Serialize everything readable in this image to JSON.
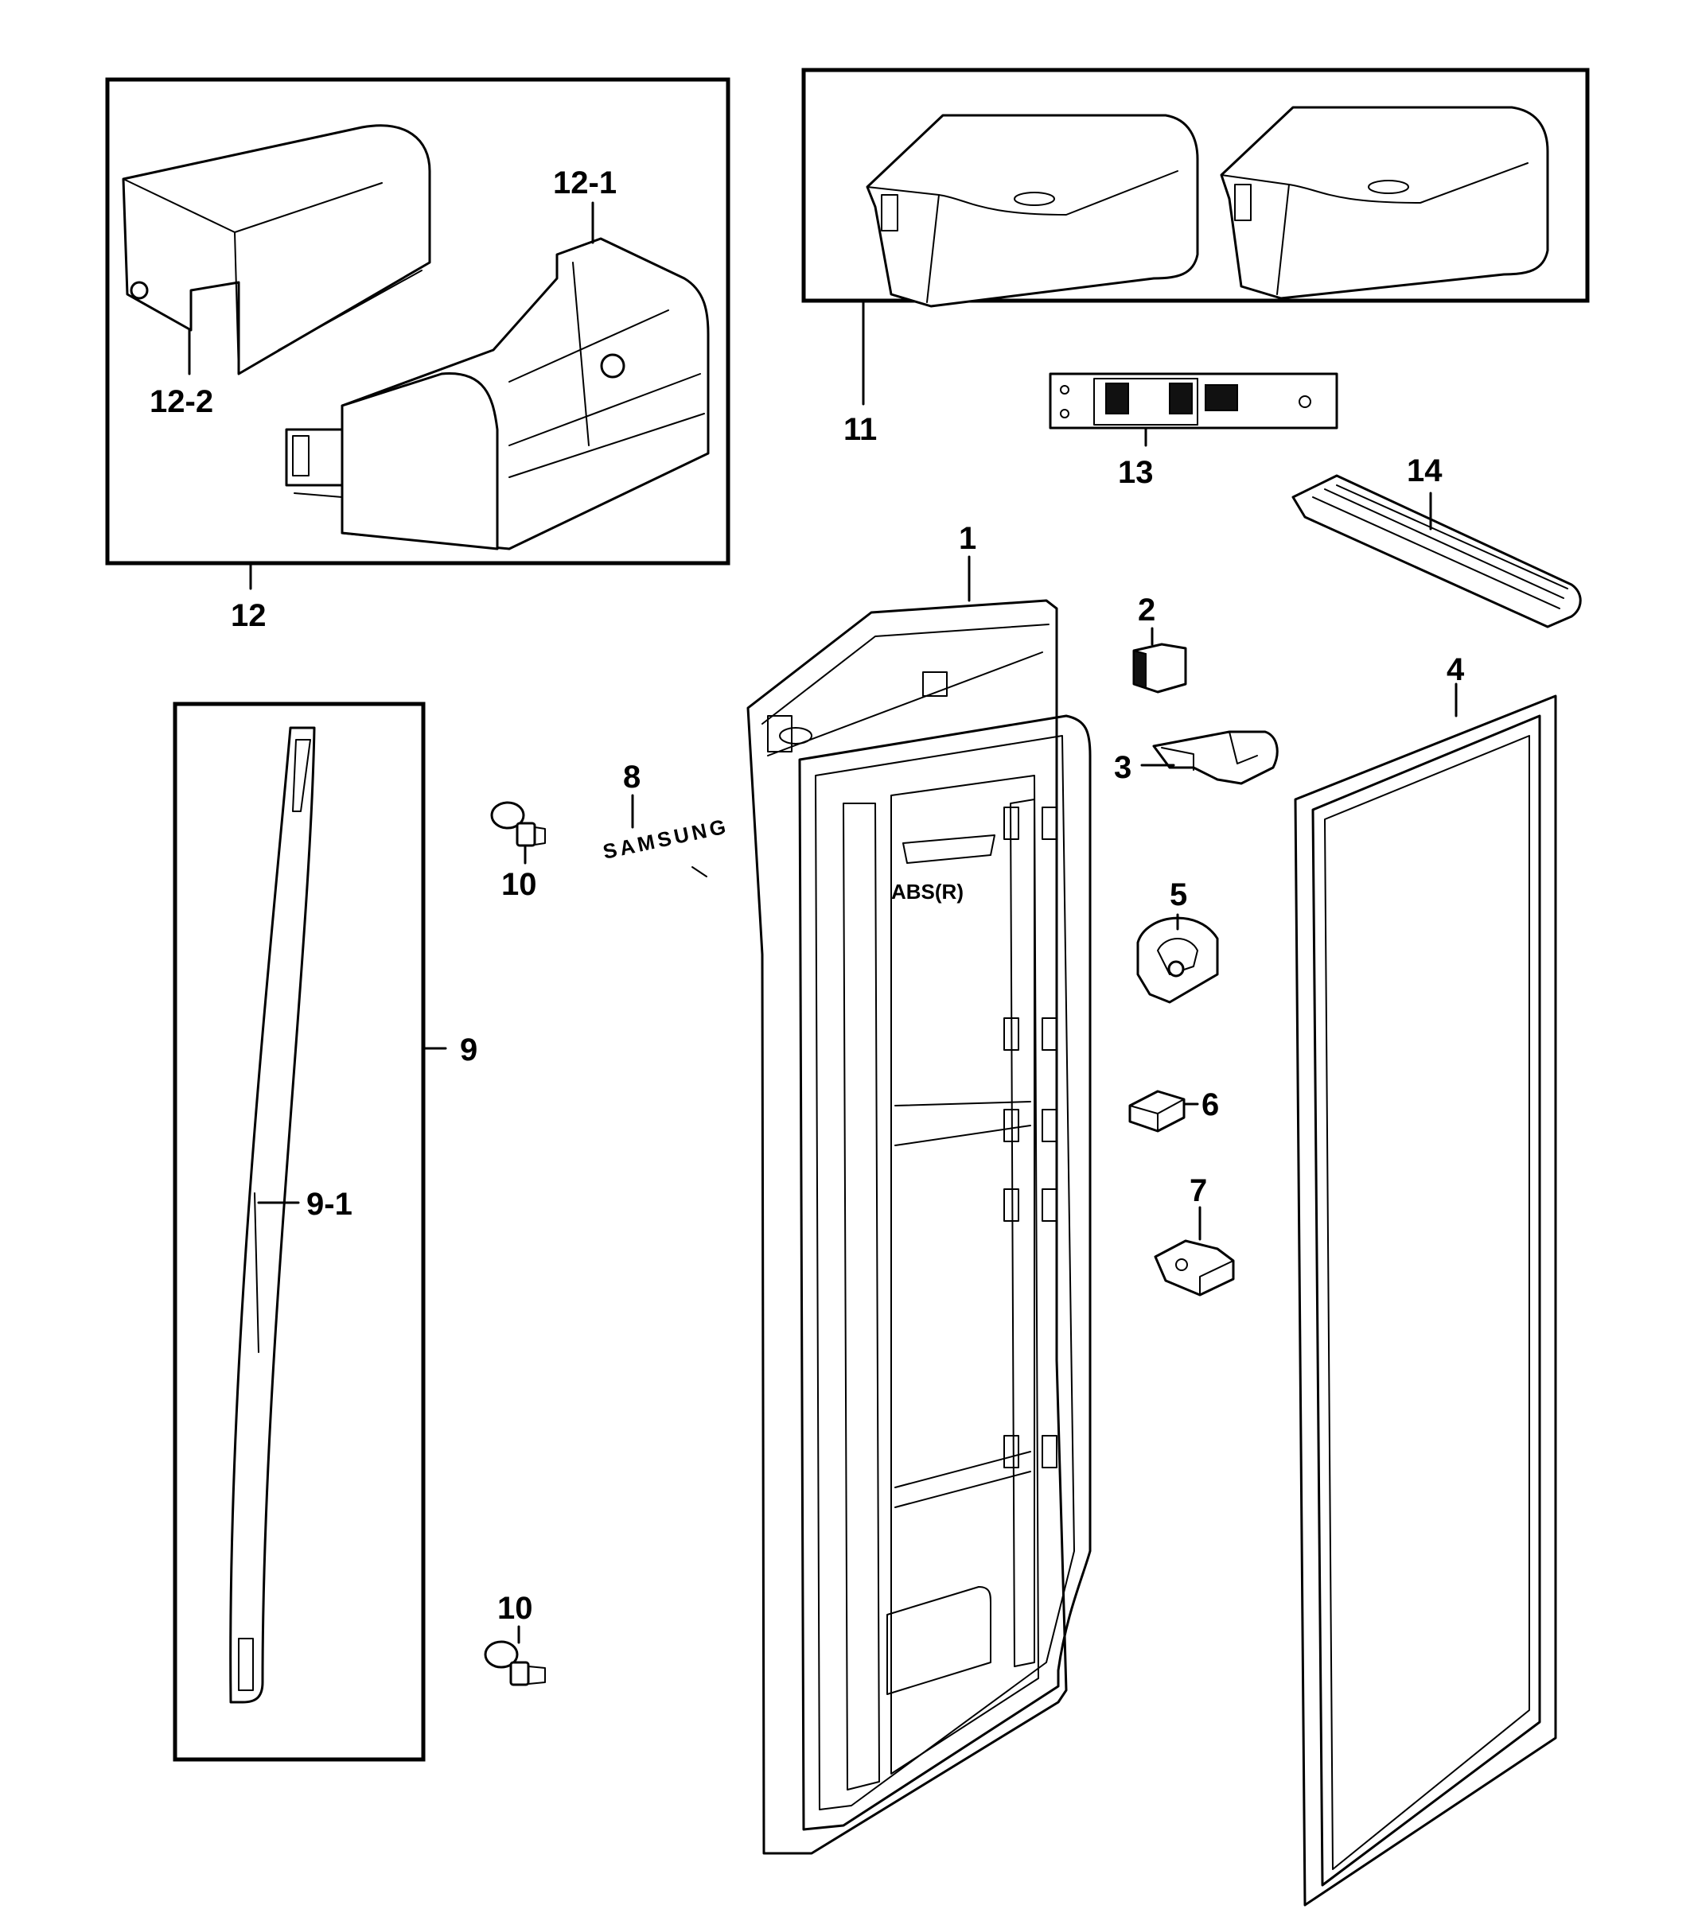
{
  "callouts": {
    "c1": "1",
    "c2": "2",
    "c3": "3",
    "c4": "4",
    "c5": "5",
    "c6": "6",
    "c7": "7",
    "c8": "8",
    "c9": "9",
    "c9_1": "9-1",
    "c10_top": "10",
    "c10_bottom": "10",
    "c11": "11",
    "c12": "12",
    "c12_1": "12-1",
    "c12_2": "12-2",
    "c13": "13",
    "c14": "14"
  },
  "door_marking": "ABS(R)",
  "emblem_text": "SAMSUNG"
}
